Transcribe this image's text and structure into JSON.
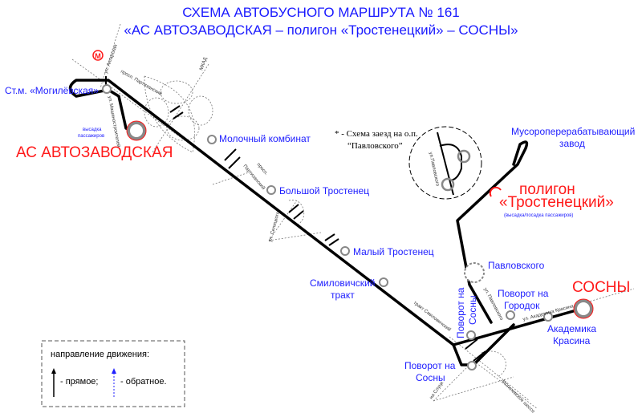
{
  "title": {
    "line1": "СХЕМА АВТОБУСНОГО МАРШРУТА № 161",
    "line2": "«АС АВТОЗАВОДСКАЯ – полигон «Тростенецкий» – СОСНЫ»"
  },
  "terminals": {
    "start": "АС АВТОЗАВОДСКАЯ",
    "end": "СОСНЫ",
    "poligon_1": "полигон",
    "poligon_2": "«Тростенецкий»",
    "poligon_note": "(высадка/посадка пассажиров)"
  },
  "stops": {
    "mogilevskaya": "Ст.м. «Могилёвская»",
    "molochny": "Молочный комбинат",
    "bolshoy": "Большой Тростенец",
    "maly": "Малый Тростенец",
    "smilovichsky_1": "Смиловичский",
    "smilovichsky_2": "тракт",
    "musor_1": "Мусороперерабатывающий",
    "musor_2": "завод",
    "pavlovskogo": "Павловского",
    "povorot_gorodok_1": "Поворот на",
    "povorot_gorodok_2": "Городок",
    "povorot_sosny_v_1": "Поворот на",
    "povorot_sosny_v_2": "Сосны",
    "povorot_sosny_1": "Поворот на",
    "povorot_sosny_2": "Сосны",
    "krasina_1": "Академика",
    "krasina_2": "Красина"
  },
  "metro_symbol": "М",
  "streets": {
    "angarskaya": "ул. Ангарская",
    "partizansky": "просп. Партизанский",
    "mkad": "МКАД",
    "mashinostroiteley": "ул. Машиностроителей",
    "vysadka_1": "высадка",
    "vysadka_2": "пассажиров",
    "partizansky2_1": "просп.",
    "partizansky2_2": "Партизанский",
    "selitskogo": "ул. Селицкого",
    "smilovichsky": "тракт Смиловичский",
    "pavlovskogo": "ул. Павловского",
    "krasina": "ул. Академика Красина",
    "sluck": "на Слуцк",
    "mogilevskoe": "Могилевское шоссе"
  },
  "inset": {
    "note_1": "* - Схема заезд на о.п.",
    "note_2": "“Павловского”",
    "street": "ул.Павловского"
  },
  "legend": {
    "title": "направление движения:",
    "forward": "- прямое;",
    "backward": "- обратное."
  },
  "colors": {
    "blue": "#2020ff",
    "red": "#ff1a1a"
  }
}
